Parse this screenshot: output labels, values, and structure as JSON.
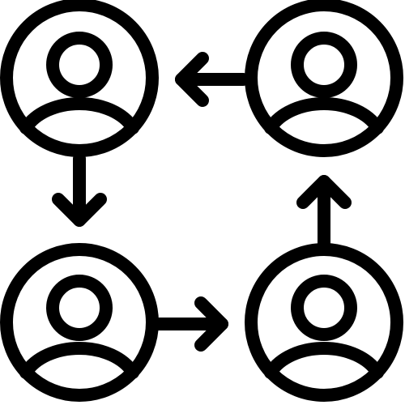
{
  "icon": {
    "name": "user-cycle-icon",
    "stroke_color": "#000000",
    "background_color": "#ffffff",
    "people": [
      {
        "name": "person-top-left-icon"
      },
      {
        "name": "person-top-right-icon"
      },
      {
        "name": "person-bottom-left-icon"
      },
      {
        "name": "person-bottom-right-icon"
      }
    ],
    "arrows": [
      {
        "name": "arrow-left-icon",
        "direction": "left"
      },
      {
        "name": "arrow-down-icon",
        "direction": "down"
      },
      {
        "name": "arrow-right-icon",
        "direction": "right"
      },
      {
        "name": "arrow-up-icon",
        "direction": "up"
      }
    ]
  }
}
